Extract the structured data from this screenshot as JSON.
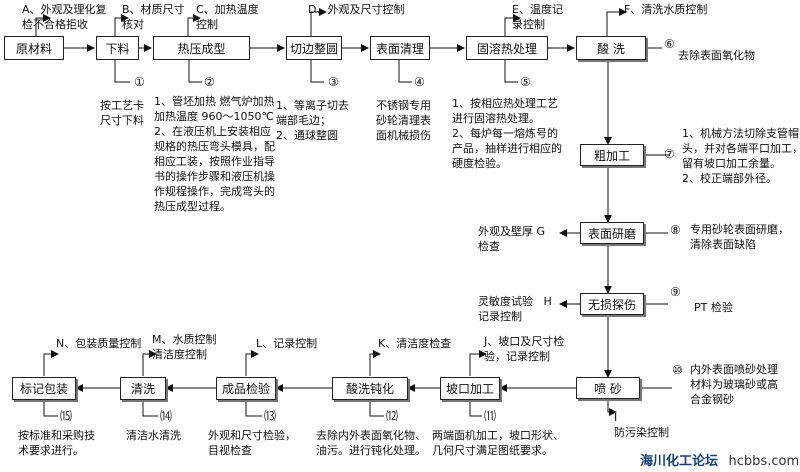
{
  "steps": {
    "raw": "原材料",
    "cut": "下料",
    "hotform": "热压成型",
    "trim": "切边整圆",
    "surfclean": "表面清理",
    "solution": "固溶热处理",
    "pickle": "酸  洗",
    "rough": "粗加工",
    "grind": "表面研磨",
    "ndt": "无损探伤",
    "blast": "喷  砂",
    "bevel": "坡口加工",
    "passiv": "酸洗钝化",
    "inspect": "成品检验",
    "wash": "清洗",
    "pack": "标记包装"
  },
  "controls": {
    "A": "A、外观及理化复\n检不合格拒收",
    "B": "B、材质尺寸\n核对",
    "C": "C、加热温度\n控制",
    "D": "D、外观及尺寸控制",
    "E": "E、温度记\n录控制",
    "F": "F、清洗水质控制",
    "G": "外观及壁厚 G\n检查",
    "H": "灵敏度试验   H\n记录控制",
    "I": "I\n防污染控制",
    "J": "J、坡口及尺寸检\n验，记录控制",
    "K": "K、清洁度检查",
    "L": "L、记录控制",
    "M": "M、水质控制\n清洁度控制",
    "N": "N、包装质量控制"
  },
  "nums": {
    "n1": "①",
    "n2": "②",
    "n3": "③",
    "n4": "④",
    "n5": "⑤",
    "n6": "⑥",
    "n7": "⑦",
    "n8": "⑧",
    "n9": "⑨",
    "n10": "⑩",
    "n11": "⑾",
    "n12": "⑿",
    "n13": "⒀",
    "n14": "⒁",
    "n15": "⒂"
  },
  "notes": {
    "n1": "按工艺卡\n尺寸下料",
    "n2": "1、管坯加热 燃气炉加热\n加热温度 960～1050℃\n2、在液压机上安装相应\n规格的热压弯头模具，配\n相应工装，按照作业指导\n书的操作步骤和液压机操\n作规程操作，完成弯头的\n热压成型过程。",
    "n3": "1、等离子切去\n端部毛边；\n2、通球整圆",
    "n4": "不锈钢专用\n砂轮清理表\n面机械损伤",
    "n5": "1、按相应热处理工艺\n进行固溶热处理。\n2、每炉每一熔炼号的\n产品，抽样进行相应的\n硬度检验。",
    "n6": "去除表面氧化物",
    "n7": "1、机械方法切除支管帽\n头，并对各端平口加工，\n留有坡口加工余量。\n2、校正端部外径。",
    "n8": "专用砂轮表面研磨，\n清除表面缺陷",
    "n9": "PT 检验",
    "n10": "内外表面喷砂处理\n材料为玻璃砂或高\n合金钢砂",
    "n11": "两端面机加工，坡口形状、\n几何尺寸满足图纸要求。",
    "n12": "去除内外表面氧化物、\n油污。进行钝化处理。",
    "n13": "外观和尺寸检验，\n目视检查",
    "n14": "清洁水清洗",
    "n15": "按标准和采购技\n术要求进行。"
  },
  "watermark": {
    "cn": "海川化工论坛",
    "url": "hcbbs.com"
  }
}
